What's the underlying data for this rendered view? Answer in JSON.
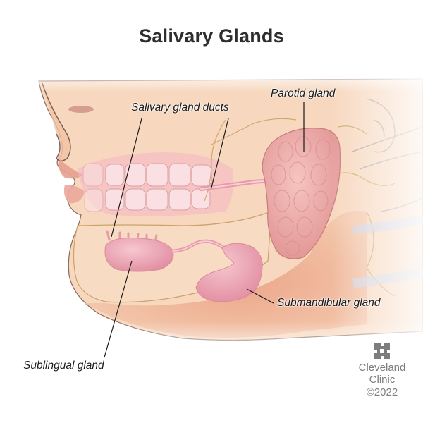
{
  "title": "Salivary Glands",
  "labels": {
    "salivary_gland_ducts": "Salivary gland ducts",
    "parotid_gland": "Parotid gland",
    "submandibular_gland": "Submandibular gland",
    "sublingual_gland": "Sublingual gland"
  },
  "logo": {
    "icon": "cleveland-clinic-cross-icon",
    "line1": "Cleveland",
    "line2": "Clinic",
    "copyright": "©2022"
  },
  "colors": {
    "skin": "#f6d2b4",
    "skin_shadow": "#e8a283",
    "gland_pink": "#e79aab",
    "parotid": "#eca7a6",
    "nerve_yellow": "#c7a25a",
    "label_text": "#1a1a1a",
    "title_text": "#2e2e2e",
    "logo_gray": "#7d7d7d"
  }
}
